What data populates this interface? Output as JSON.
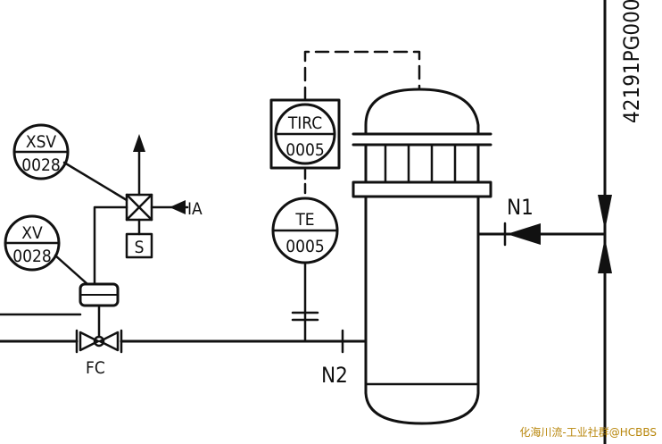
{
  "drawing_number": "42191PG000",
  "instruments": {
    "xsv": {
      "function": "XSV",
      "number": "0028"
    },
    "xv": {
      "function": "XV",
      "number": "0028"
    },
    "tirc": {
      "function": "TIRC",
      "number": "0005"
    },
    "te": {
      "function": "TE",
      "number": "0005"
    }
  },
  "solenoid_label": "S",
  "air_label": "IA",
  "valve_label": "FC",
  "nozzles": {
    "n1": "N1",
    "n2": "N2"
  },
  "watermark": "化海川流-工业社群@HCBBS"
}
